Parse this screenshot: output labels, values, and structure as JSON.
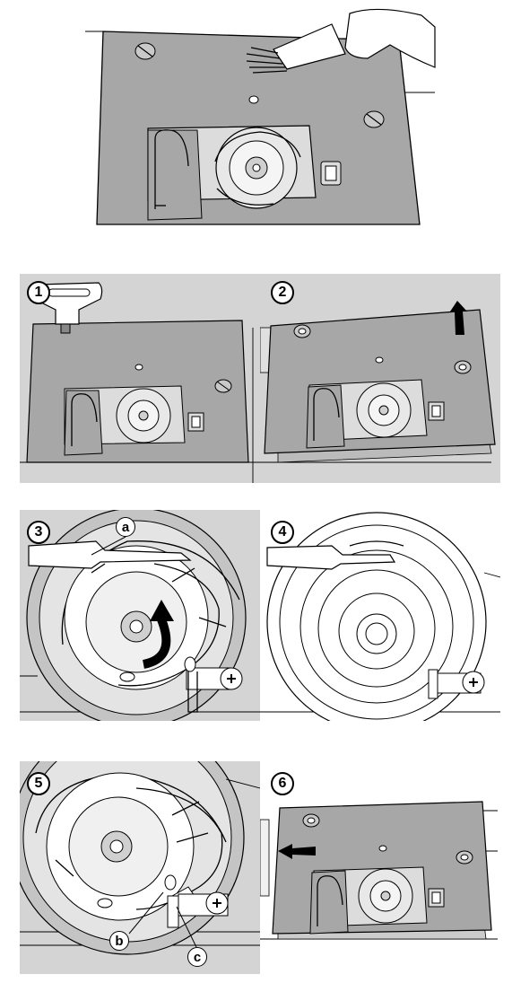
{
  "steps": [
    {
      "number": "1"
    },
    {
      "number": "2"
    },
    {
      "number": "3",
      "callouts": [
        "a"
      ]
    },
    {
      "number": "4"
    },
    {
      "number": "5",
      "callouts": [
        "b",
        "c"
      ]
    },
    {
      "number": "6"
    }
  ],
  "colors": {
    "plate": "#a7a7a7",
    "panel_background": "#d4d4d4",
    "line": "#000000",
    "surface": "#ffffff"
  },
  "icons": [
    "cleaning-brush-icon",
    "screwdriver-icon",
    "arrow-up-icon",
    "curved-arrow-icon",
    "arrow-left-icon"
  ]
}
